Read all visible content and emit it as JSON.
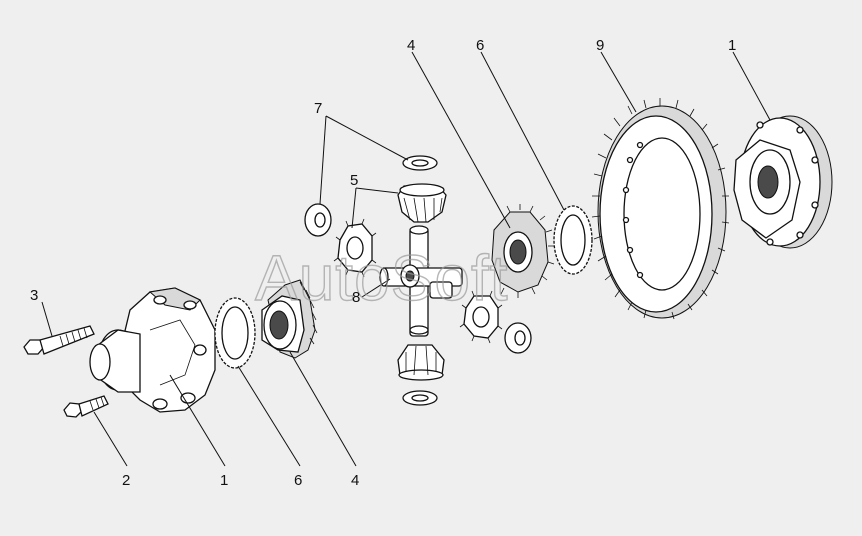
{
  "watermark": "AutoSoft",
  "callouts": [
    {
      "id": "c-3",
      "text": "3"
    },
    {
      "id": "c-2",
      "text": "2"
    },
    {
      "id": "c-1-left",
      "text": "1"
    },
    {
      "id": "c-6-bottom",
      "text": "6"
    },
    {
      "id": "c-4-bottom",
      "text": "4"
    },
    {
      "id": "c-8",
      "text": "8"
    },
    {
      "id": "c-7",
      "text": "7"
    },
    {
      "id": "c-5",
      "text": "5"
    },
    {
      "id": "c-4-top",
      "text": "4"
    },
    {
      "id": "c-6-top",
      "text": "6"
    },
    {
      "id": "c-9",
      "text": "9"
    },
    {
      "id": "c-1-right",
      "text": "1"
    }
  ]
}
